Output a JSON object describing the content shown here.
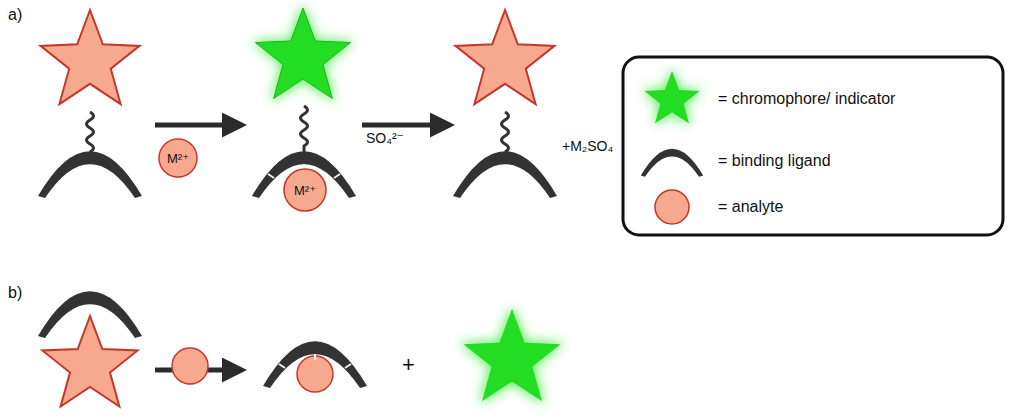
{
  "diagram": {
    "nodes": [
      {
        "text": [
          "M²⁺"
        ]
      },
      {
        "text": [
          "M²⁺"
        ]
      }
    ],
    "labels": [
      "a)",
      "b)",
      "SO₄²⁻",
      "+M₂SO₄",
      "+"
    ],
    "legend": [
      {
        "text": "= chromophore/ indicator"
      },
      {
        "text": "= binding ligand"
      },
      {
        "text": "= analyte"
      }
    ]
  }
}
